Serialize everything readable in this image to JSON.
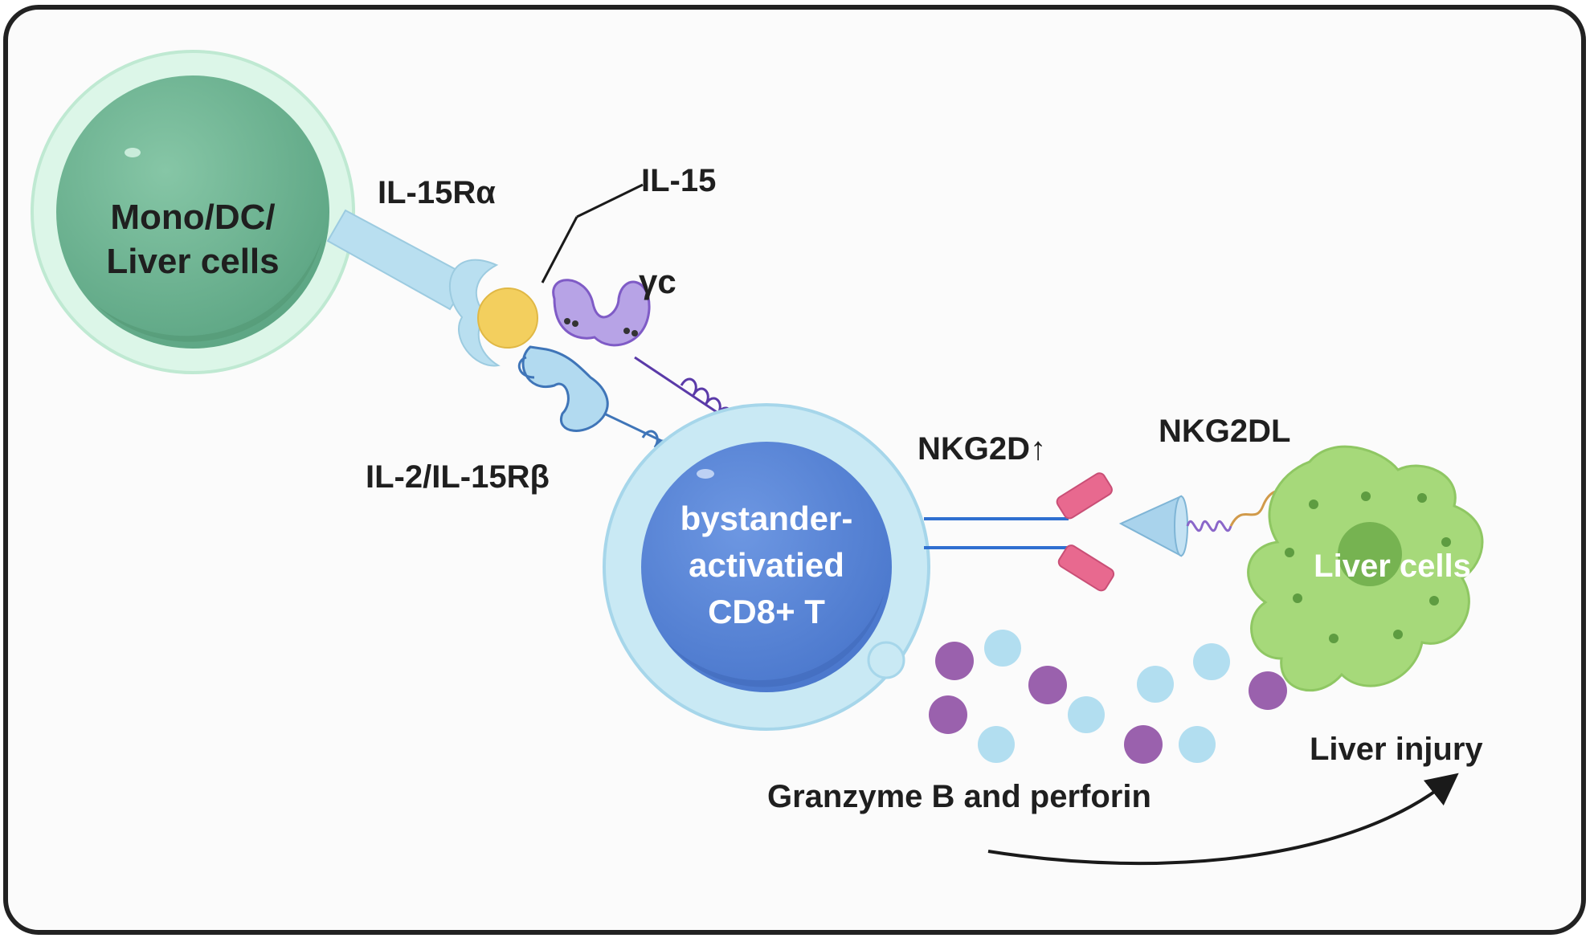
{
  "labels": {
    "apc_line1": "Mono/DC/",
    "apc_line2": "Liver cells",
    "il15ra": "IL-15Rα",
    "il15": "IL-15",
    "gc": "γc",
    "il2r": "IL-2/IL-15Rβ",
    "tcell_line1": "bystander-",
    "tcell_line2": "activatied",
    "tcell_line3": "CD8+ T",
    "nkg2d": "NKG2D↑",
    "nkg2dl": "NKG2DL",
    "liver_cells": "Liver cells",
    "liver_injury": "Liver injury",
    "granzyme": "Granzyme B and  perforin"
  },
  "colors": {
    "apc_outer": "#d9f5e6",
    "apc_nucleus": "#6fb594",
    "il15ra": "#b9dff0",
    "il15": "#f3cf5e",
    "gc_receptor": "#b7a3e6",
    "beta_receptor": "#4f86c6",
    "tcell_outer": "#c6e6f3",
    "tcell_nucleus": "#5b86d8",
    "nkg2d": "#e8698f",
    "nkg2dl": "#a9d3ec",
    "liver_cell": "#a6d97a",
    "granzyme": "#9a61ad",
    "perforin": "#b2def0"
  }
}
